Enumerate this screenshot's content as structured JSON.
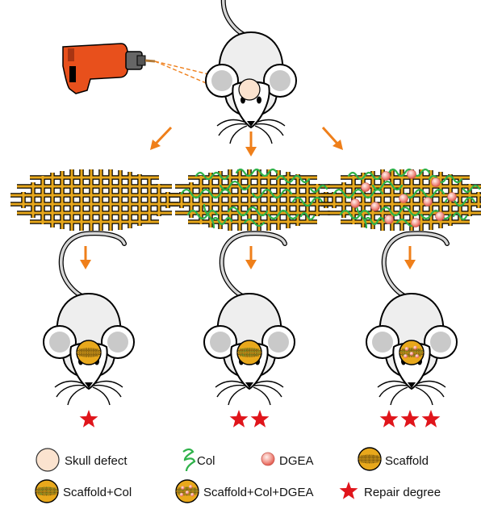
{
  "legend": {
    "skull_defect": "Skull defect",
    "col": "Col",
    "dgea": "DGEA",
    "scaffold": "Scaffold",
    "scaffold_col": "Scaffold+Col",
    "scaffold_col_dgea": "Scaffold+Col+DGEA",
    "repair_degree": "Repair degree"
  },
  "groups": [
    {
      "scaffold_type": "Scaffold",
      "repair_stars": 1
    },
    {
      "scaffold_type": "Scaffold+Col",
      "repair_stars": 2
    },
    {
      "scaffold_type": "Scaffold+Col+DGEA",
      "repair_stars": 3
    }
  ],
  "colors": {
    "scaffold_gold": "#e8a81c",
    "collagen_green": "#2fb24a",
    "dgea_pink": "#f29a90",
    "arrow_orange": "#ef7f1a",
    "star_red": "#e0151b",
    "drill_orange": "#e8501c",
    "defect_fill": "#fbe3cf"
  }
}
